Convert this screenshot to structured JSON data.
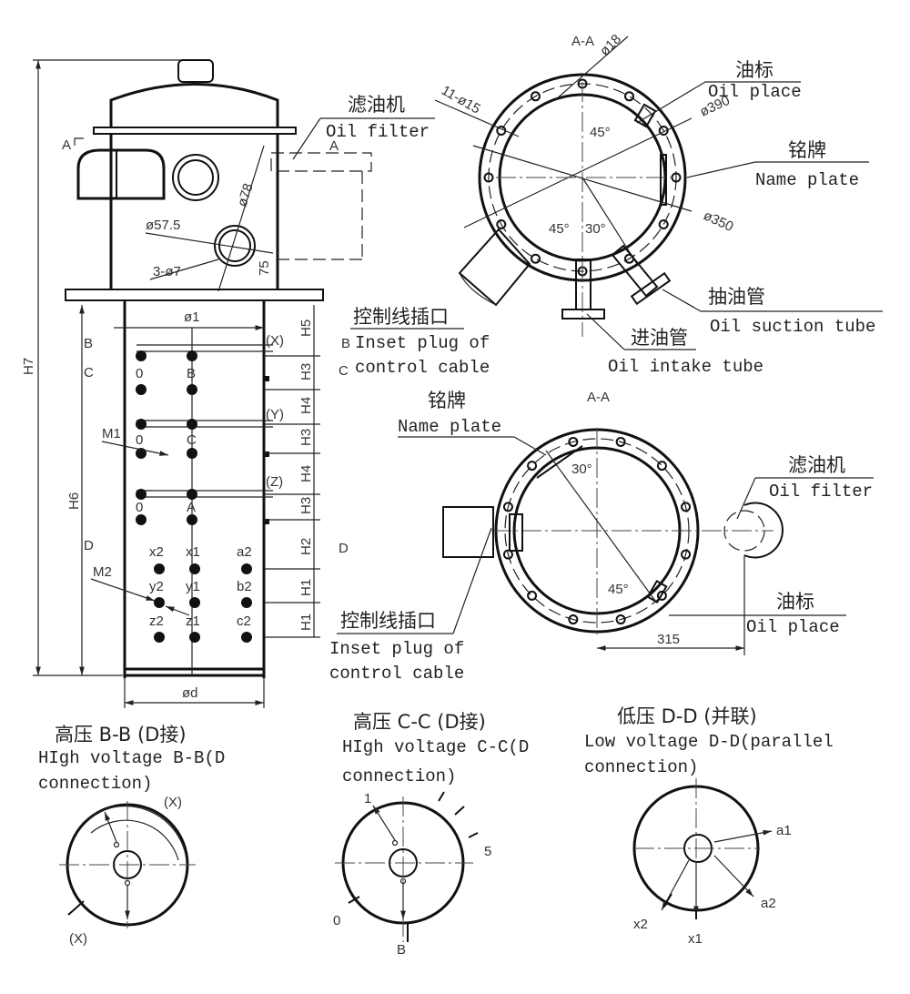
{
  "elevation": {
    "section_marks": [
      "A",
      "B",
      "C",
      "D"
    ],
    "dims": {
      "H7": "H7",
      "H6": "H6",
      "H5": "H5",
      "H4": "H4",
      "H3": "H3",
      "H2": "H2",
      "H1": "H1",
      "d1": "ø1",
      "d": "ød",
      "d78": "ø78",
      "d57": "ø57.5",
      "holes": "3-ø7",
      "h75": "75"
    },
    "terminals_hv": [
      "B",
      "C",
      "A"
    ],
    "terminal_marks": [
      "(X)",
      "(Y)",
      "(Z)"
    ],
    "leads": [
      "M1",
      "M2"
    ],
    "terminals_lv": [
      "x2",
      "x1",
      "a2",
      "y2",
      "y1",
      "b2",
      "z2",
      "z1",
      "c2"
    ],
    "oil_filter_zh": "滤油机",
    "oil_filter_en": "Oil filter",
    "plug_zh": "控制线插口",
    "plug_en1": "Inset plug of",
    "plug_en2": "control cable"
  },
  "top_view": {
    "title": "A-A",
    "dims": {
      "d18": "ø18",
      "holes": "11-ø15",
      "d390": "ø390",
      "d350": "ø350",
      "a45a": "45°",
      "a45b": "45°",
      "a30": "30°"
    },
    "oil_place_zh": "油标",
    "oil_place_en": "Oil place",
    "name_plate_zh": "铭牌",
    "name_plate_en": "Name plate",
    "suction_zh": "抽油管",
    "suction_en": "Oil suction tube",
    "intake_zh": "进油管",
    "intake_en": "Oil intake tube"
  },
  "bottom_view": {
    "title": "A-A",
    "name_plate_zh": "铭牌",
    "name_plate_en": "Name plate",
    "filter_zh": "滤油机",
    "filter_en": "Oil filter",
    "oil_place_zh": "油标",
    "oil_place_en": "Oil place",
    "a30": "30°",
    "a45": "45°",
    "dim315": "315"
  },
  "sections": [
    {
      "title_zh": "高压 B-B (D接)",
      "title_en1": "HIgh voltage B-B(D",
      "title_en2": "connection)",
      "labels": [
        "(X)",
        "(X)"
      ]
    },
    {
      "title_zh": "高压 C-C (D接)",
      "title_en1": "HIgh voltage C-C(D",
      "title_en2": "connection)",
      "labels": [
        "1",
        "5",
        "0",
        "B"
      ]
    },
    {
      "title_zh": "低压 D-D (并联)",
      "title_en1": "Low voltage D-D(parallel",
      "title_en2": "connection)",
      "labels": [
        "a1",
        "a2",
        "x2",
        "x1"
      ]
    }
  ]
}
